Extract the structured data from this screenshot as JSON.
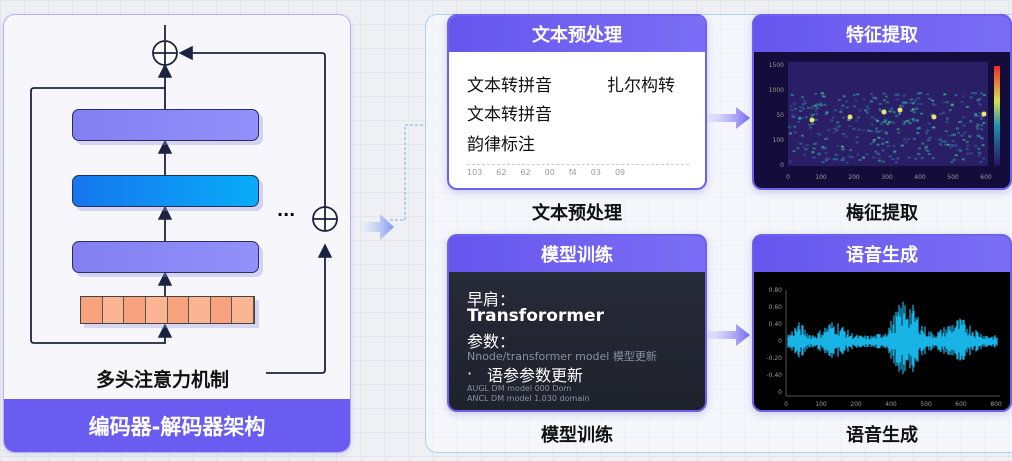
{
  "encoder": {
    "title": "编码器-解码器架构",
    "attention_label": "多头注意力机制",
    "ellipsis": "···",
    "token_count": 8
  },
  "cards": {
    "text_pre": {
      "title": "文本预处理",
      "caption": "文本预处理",
      "lines": [
        "文本转拼音",
        "文本转拼音",
        "韵律标注"
      ],
      "side": "扎尔构转",
      "ticks": [
        "103",
        "62",
        "62",
        "00",
        "f4",
        "03",
        "09"
      ]
    },
    "feature": {
      "title": "特征提取",
      "caption": "梅征提取",
      "y_ticks": [
        "1500",
        "1000",
        "50",
        "100",
        "0"
      ],
      "x_ticks": [
        "0",
        "100",
        "200",
        "300",
        "400",
        "500",
        "600"
      ]
    },
    "train": {
      "title": "模型训练",
      "caption": "模型训练",
      "l1": "早肩：",
      "l2": "Transforormer",
      "l3": "参数：",
      "l4": "Nnode/transformer model 模型更新",
      "bullet": "·",
      "l5": "语参参数更新",
      "l6": "AUGL DM model 000 Dom",
      "l7": "ANCL DM model 1.030 domain"
    },
    "synth": {
      "title": "语音生成",
      "caption": "语音生成",
      "y_ticks": [
        "0.80",
        "0.60",
        "0.40",
        "0",
        "-0.20",
        "-0.40",
        "0"
      ],
      "x_ticks": [
        "0",
        "100",
        "200",
        "400",
        "500",
        "600",
        "800"
      ]
    }
  },
  "colors": {
    "accent": "#6a5cf0",
    "wave": "#19b4e6"
  }
}
